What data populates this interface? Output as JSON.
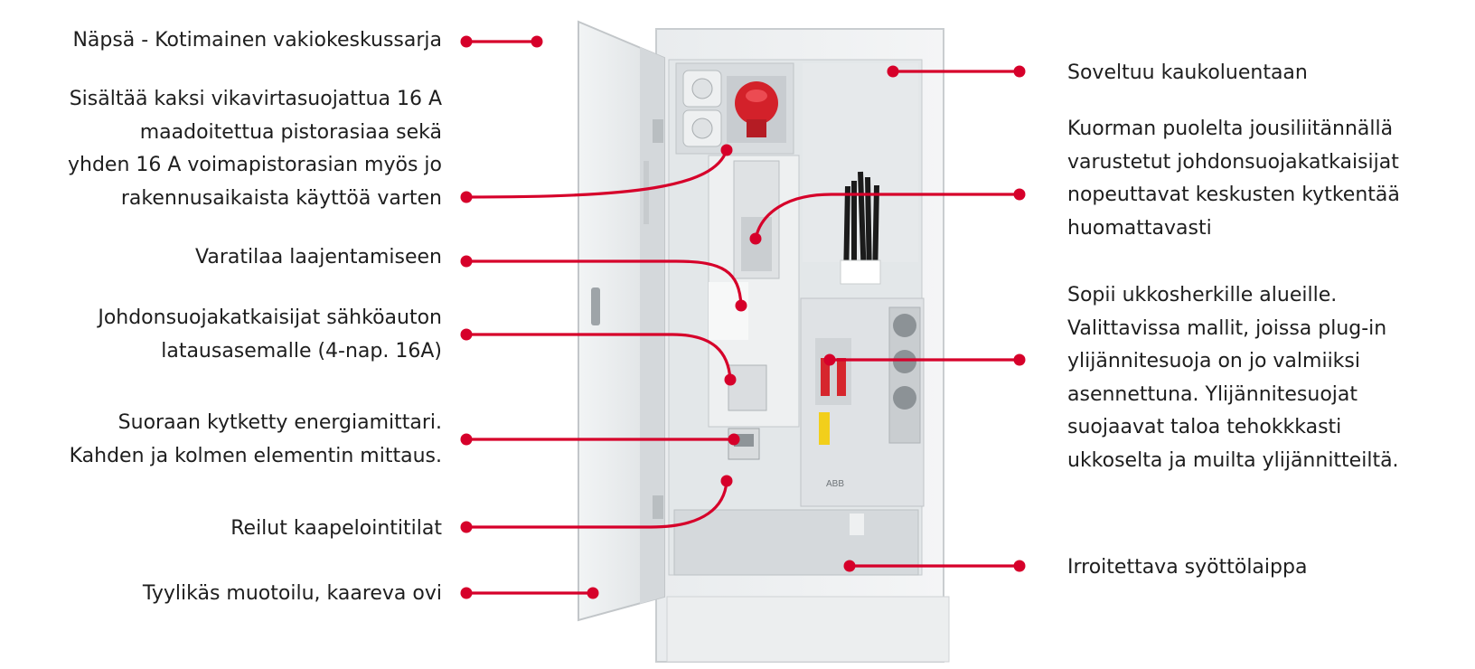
{
  "accent_color": "#d6002a",
  "left_labels": [
    {
      "id": "napsa",
      "lines": [
        "Näpsä - Kotimainen vakiokeskussarja"
      ]
    },
    {
      "id": "pistorasiat",
      "lines": [
        "Sisältää kaksi vikavirtasuojattua 16 A",
        "maadoitettua pistorasiaa sekä",
        "yhden 16 A voimapistorasian myös jo",
        "rakennusaikaista käyttöä varten"
      ]
    },
    {
      "id": "varatila",
      "lines": [
        "Varatilaa laajentamiseen"
      ]
    },
    {
      "id": "latausasema",
      "lines": [
        "Johdonsuojakatkaisijat sähköauton",
        "latausasemalle (4-nap. 16A)"
      ]
    },
    {
      "id": "energiamittari",
      "lines": [
        "Suoraan kytketty energiamittari.",
        "Kahden ja kolmen elementin mittaus."
      ]
    },
    {
      "id": "kaapelointi",
      "lines": [
        "Reilut kaapelointitilat"
      ]
    },
    {
      "id": "muotoilu",
      "lines": [
        "Tyylikäs muotoilu, kaareva ovi"
      ]
    }
  ],
  "right_labels": [
    {
      "id": "kaukoluenta",
      "lines": [
        "Soveltuu kaukoluentaan"
      ]
    },
    {
      "id": "jousiliitanta",
      "lines": [
        "Kuorman puolelta jousiliitännällä",
        "varustetut johdonsuojakatkaisijat",
        "nopeuttavat keskusten kytkentää",
        "huomattavasti"
      ]
    },
    {
      "id": "ukkonen",
      "lines": [
        "Sopii ukkosherkille alueille.",
        "Valittavissa mallit, joissa plug-in",
        "ylijännitesuoja on jo valmiiksi",
        "asennettuna. Ylijännitesuojat",
        "suojaavat taloa tehokkkasti",
        "ukkoselta ja muilta ylijännitteiltä."
      ]
    },
    {
      "id": "syottolaippa",
      "lines": [
        "Irroitettava syöttölaippa"
      ]
    }
  ],
  "cabinet": {
    "brand_mark": "ABB"
  }
}
